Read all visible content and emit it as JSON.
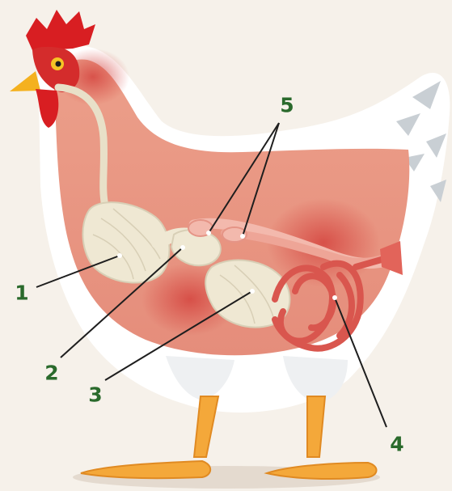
{
  "colors": {
    "background": "#f6f1ea",
    "label_text": "#2a6a2c",
    "leader_line": "#1e1e1e",
    "body_red": "#e89480",
    "feather_white": "#ffffff",
    "organ_cream": "#efe8d3",
    "intestine_red": "#d9564e",
    "comb_red": "#d81e22",
    "leg_yellow": "#f4a83a"
  },
  "icons": {
    "chicken": "chicken-illustration"
  },
  "labels": [
    {
      "id": "crop",
      "text": "1"
    },
    {
      "id": "proventriculus",
      "text": "2"
    },
    {
      "id": "gizzard",
      "text": "3"
    },
    {
      "id": "intestine",
      "text": "4"
    },
    {
      "id": "caeca",
      "text": "5"
    }
  ]
}
